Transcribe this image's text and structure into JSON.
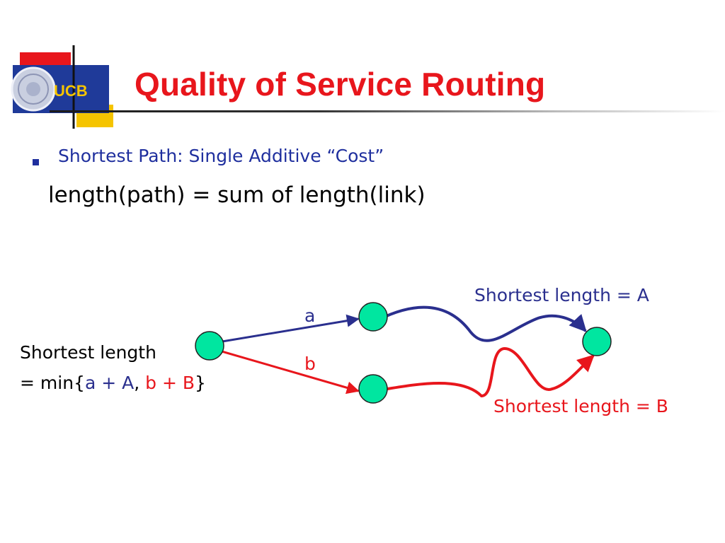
{
  "slide": {
    "logo_text": "UCB",
    "title": "Quality of Service Routing",
    "bullet": "Shortest Path: Single Additive “Cost”",
    "formula": "length(path) = sum of length(link)"
  },
  "diagram": {
    "label_A": "Shortest length = A",
    "label_B": "Shortest length = B",
    "edge_a": "a",
    "edge_b": "b",
    "source_label_line1": "Shortest length",
    "source_label_prefix": "= min{",
    "source_label_a_plus_A": "a + A",
    "source_label_comma": ", ",
    "source_label_b_plus_B": "b + B",
    "source_label_suffix": "}"
  },
  "colors": {
    "title": "#e8161c",
    "bullet": "#1f2f9e",
    "path_blue": "#2a2f8e",
    "path_red": "#e8161c",
    "node_fill": "#00e6a0",
    "logo_blue": "#1f3a99",
    "logo_yellow": "#f5c400",
    "logo_red": "#e8161c"
  }
}
